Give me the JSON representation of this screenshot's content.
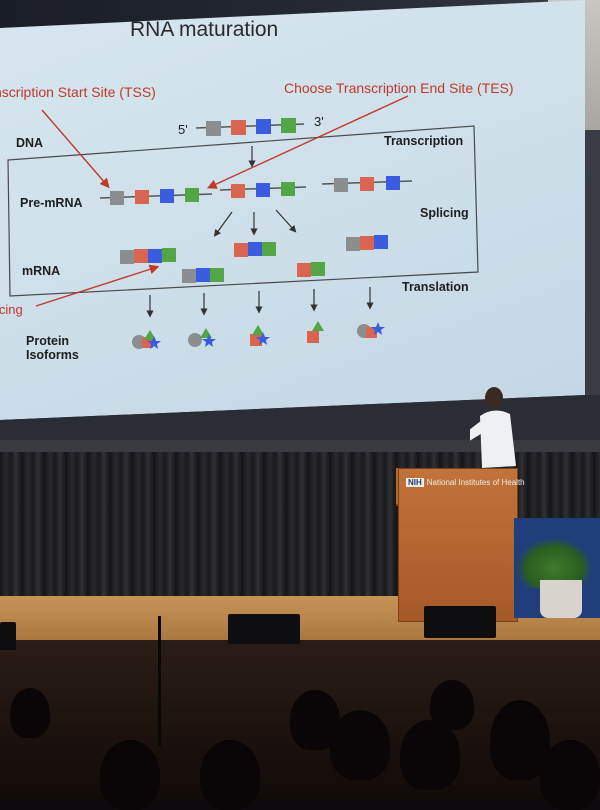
{
  "slide": {
    "title": "RNA maturation",
    "tss_label": "nscription Start Site (TSS)",
    "tes_label": "Choose Transcription End Site (TES)",
    "splicing_cut_label": "icing",
    "dna_label": "DNA",
    "premrna_label": "Pre-mRNA",
    "mrna_label": "mRNA",
    "protein_label_line1": "Protein",
    "protein_label_line2": "Isoforms",
    "transcription_label": "Transcription",
    "splicing_label": "Splicing",
    "translation_label": "Translation",
    "prime5": "5'",
    "prime3": "3'"
  },
  "podium": {
    "logo": "NIH",
    "name": "National Institutes of Health"
  },
  "colors": {
    "exon_gray": "#8a8e8e",
    "exon_red": "#d9644f",
    "exon_blue": "#3a5de0",
    "exon_green": "#52a646",
    "arrow_red": "#c0392b"
  }
}
